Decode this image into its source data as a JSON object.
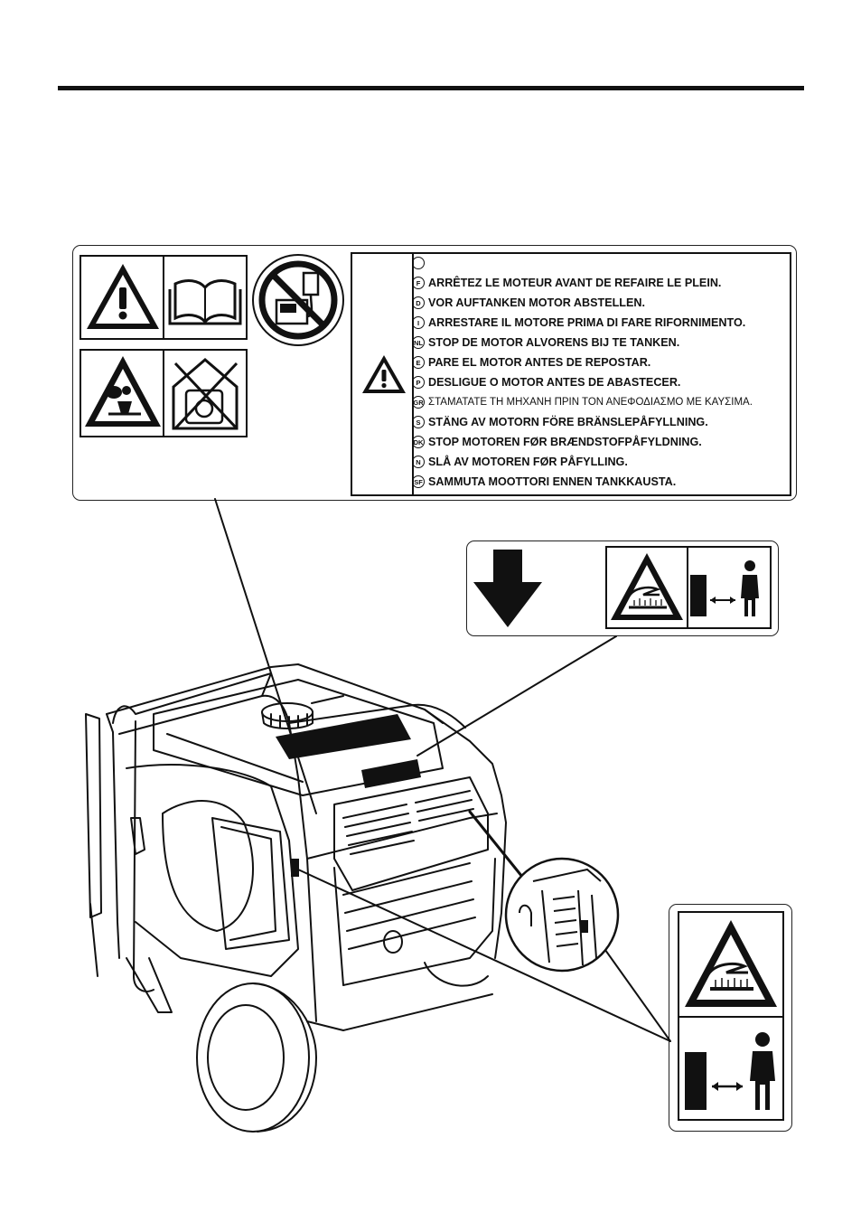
{
  "fuel_label": {
    "lines": [
      {
        "code": "",
        "text": ""
      },
      {
        "code": "F",
        "text": "ARRÊTEZ LE MOTEUR AVANT DE REFAIRE LE PLEIN."
      },
      {
        "code": "D",
        "text": "VOR AUFTANKEN MOTOR ABSTELLEN."
      },
      {
        "code": "I",
        "text": "ARRESTARE IL MOTORE PRIMA DI FARE RIFORNIMENTO."
      },
      {
        "code": "NL",
        "text": "STOP DE MOTOR ALVORENS BIJ TE TANKEN."
      },
      {
        "code": "E",
        "text": "PARE EL MOTOR ANTES DE REPOSTAR."
      },
      {
        "code": "P",
        "text": "DESLIGUE O MOTOR ANTES DE ABASTECER."
      },
      {
        "code": "GR",
        "text": "ΣΤΑΜΑΤΑΤΕ ΤΗ ΜΗΧΑΝΗ ΠΡΙΝ ΤΟΝ ΑΝΕΦΟΔΙΑΣΜΟ ΜΕ ΚΑΥΣΙΜΑ."
      },
      {
        "code": "S",
        "text": "STÄNG AV MOTORN FÖRE BRÄNSLEPÅFYLLNING."
      },
      {
        "code": "DK",
        "text": "STOP MOTOREN FØR BRÆNDSTOFPÅFYLDNING."
      },
      {
        "code": "N",
        "text": "SLÅ AV MOTOREN FØR PÅFYLLING."
      },
      {
        "code": "SF",
        "text": "SAMMUTA MOOTTORI ENNEN TANKKAUSTA."
      }
    ]
  },
  "icons": {
    "warning": "warning-triangle-icon",
    "manual": "read-manual-icon",
    "no_connect": "no-grid-connection-icon",
    "exhaust": "exhaust-gas-warning-icon",
    "no_indoor": "no-indoor-use-icon",
    "down_arrow": "down-arrow-icon",
    "hot_surface": "hot-surface-icon",
    "keep_distance": "keep-distance-icon"
  }
}
